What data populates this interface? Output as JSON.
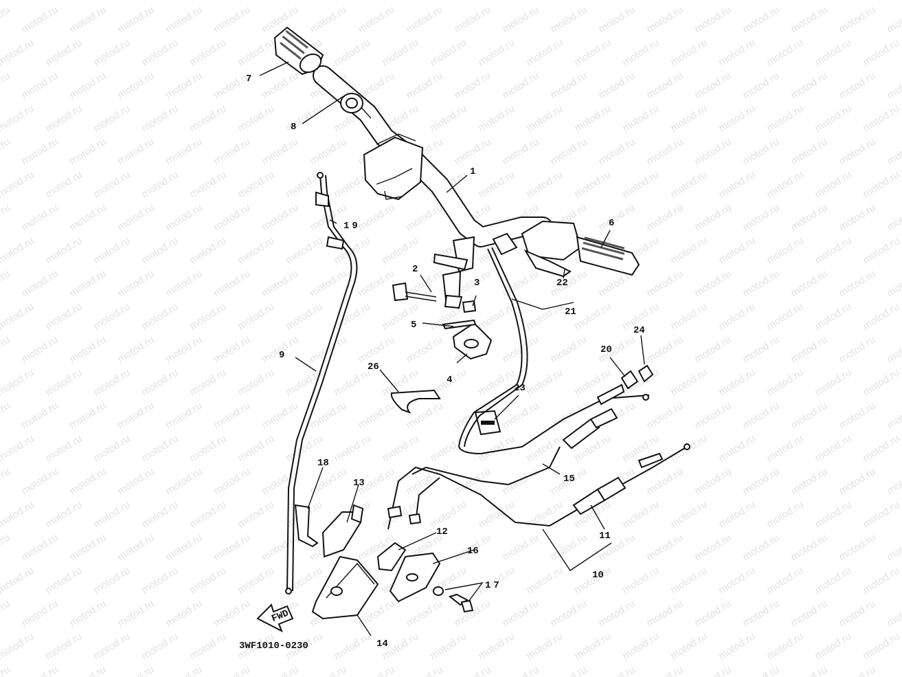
{
  "watermark": {
    "text": "motod.ru"
  },
  "drawing_code": "3WF1010-0230",
  "fwd_label": "FWD",
  "callouts": [
    {
      "id": "c1",
      "text": "1"
    },
    {
      "id": "c2",
      "text": "2"
    },
    {
      "id": "c3",
      "text": "3"
    },
    {
      "id": "c4",
      "text": "4"
    },
    {
      "id": "c5",
      "text": "5"
    },
    {
      "id": "c6",
      "text": "6"
    },
    {
      "id": "c7",
      "text": "7"
    },
    {
      "id": "c8",
      "text": "8"
    },
    {
      "id": "c9",
      "text": "9"
    },
    {
      "id": "c10",
      "text": "10"
    },
    {
      "id": "c11",
      "text": "11"
    },
    {
      "id": "c12",
      "text": "12"
    },
    {
      "id": "c13",
      "text": "13"
    },
    {
      "id": "c14",
      "text": "14"
    },
    {
      "id": "c15",
      "text": "15"
    },
    {
      "id": "c16",
      "text": "16"
    },
    {
      "id": "c17",
      "text": "17"
    },
    {
      "id": "c18",
      "text": "18"
    },
    {
      "id": "c19",
      "text": "19"
    },
    {
      "id": "c20",
      "text": "20"
    },
    {
      "id": "c21",
      "text": "21"
    },
    {
      "id": "c22",
      "text": "22"
    },
    {
      "id": "c23",
      "text": "23"
    },
    {
      "id": "c24",
      "text": "24"
    },
    {
      "id": "c26",
      "text": "26"
    }
  ]
}
